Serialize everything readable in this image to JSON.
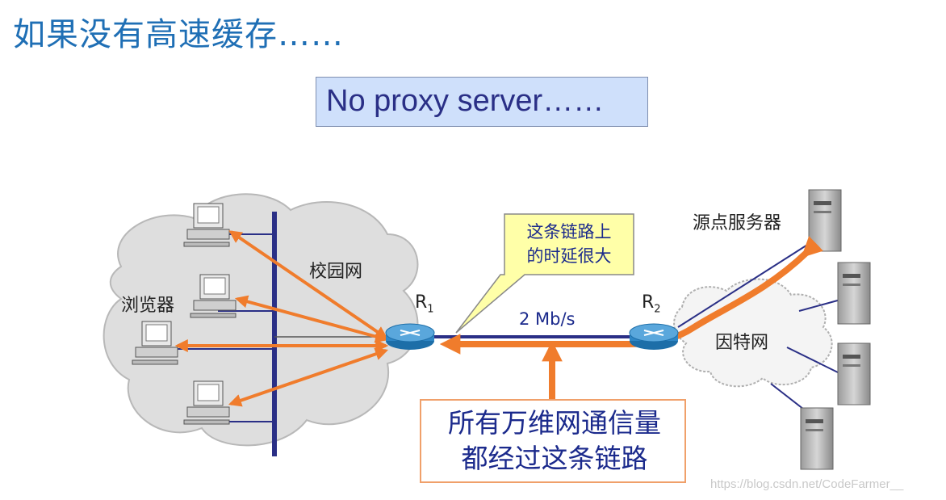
{
  "title": "如果没有高速缓存……",
  "proxy_banner": "No proxy server……",
  "labels": {
    "campus_net": "校园网",
    "browser": "浏览器",
    "r1": "R",
    "r1_sub": "1",
    "r2": "R",
    "r2_sub": "2",
    "bandwidth": "2 Mb/s",
    "internet": "因特网",
    "origin_server": "源点服务器"
  },
  "callout": {
    "line1": "这条链路上",
    "line2": "的时延很大"
  },
  "bottom_box": {
    "line1": "所有万维网通信量",
    "line2": "都经过这条链路"
  },
  "watermark": "https://blog.csdn.net/CodeFarmer__",
  "colors": {
    "title": "#1f6fb5",
    "arrow": "#f07c2c",
    "link": "#2a2f86",
    "cloud": "#dcdcdc",
    "callout_bg": "#ffffa8"
  }
}
